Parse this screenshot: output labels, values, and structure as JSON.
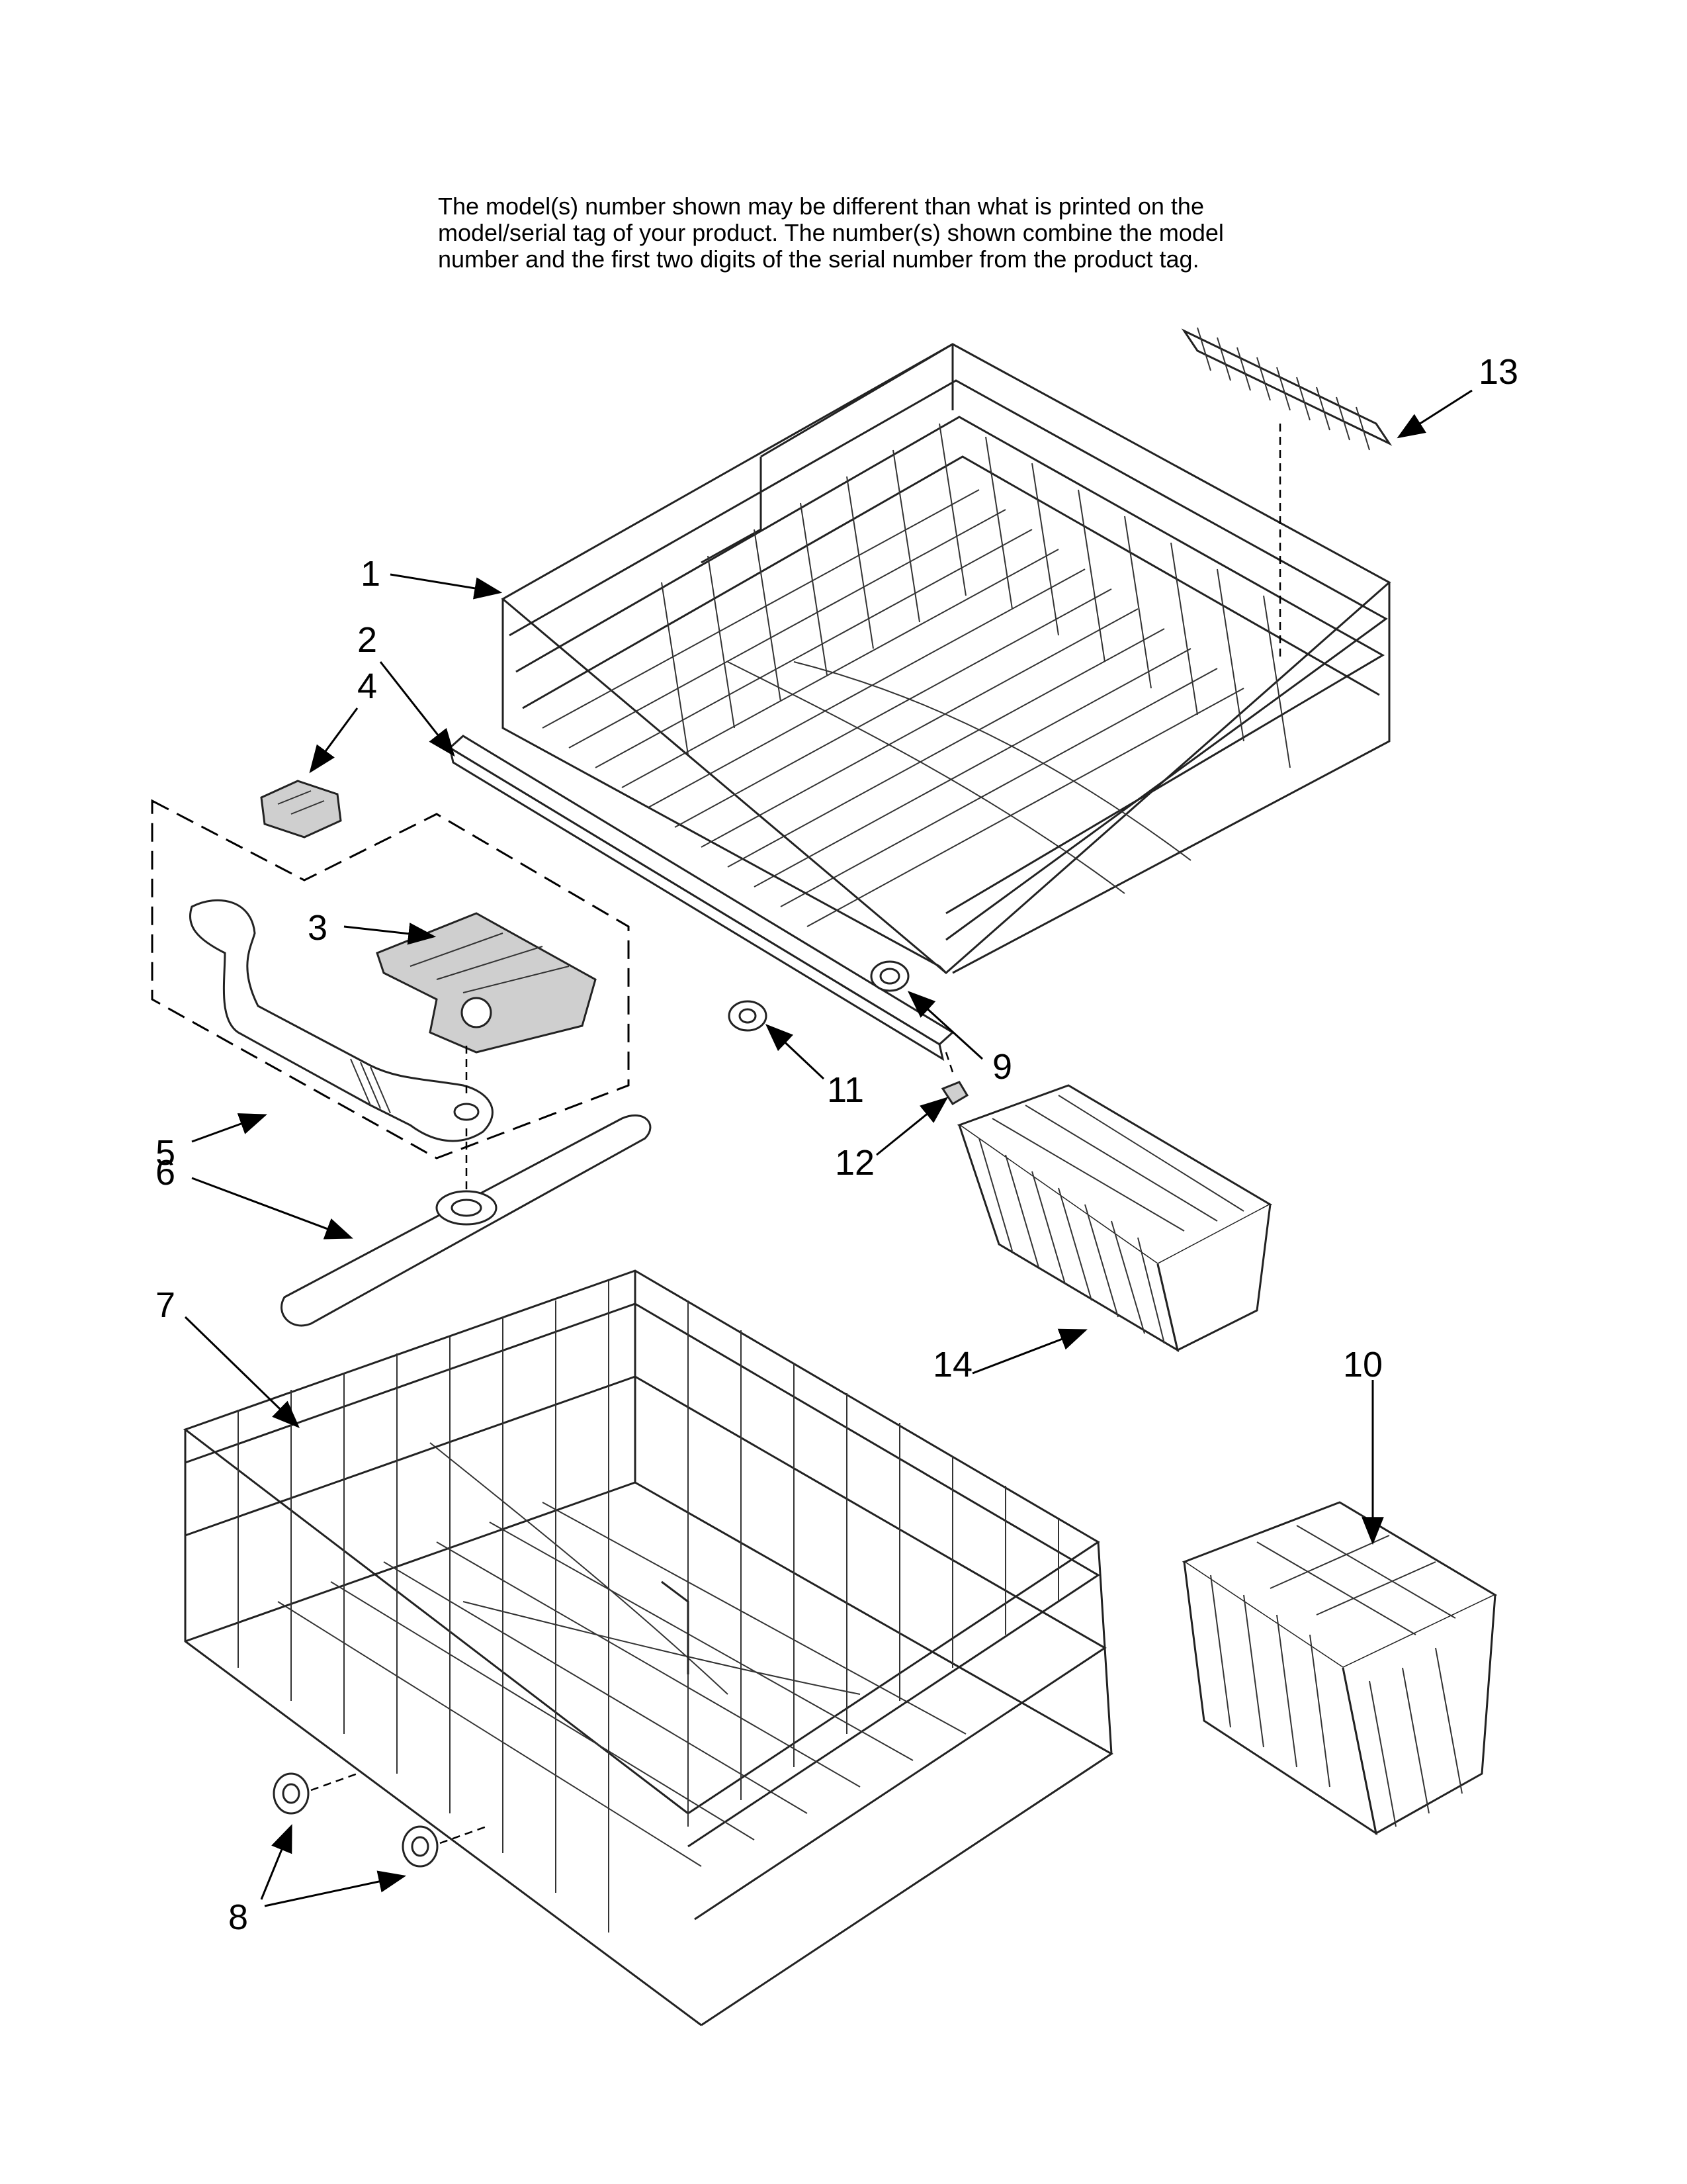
{
  "note": {
    "lines": [
      "The model(s) number shown may be different than what is printed on the",
      "model/serial tag of your product. The number(s) shown combine the model",
      "number and the first two digits of the serial number from the product tag."
    ]
  },
  "callouts": {
    "c1": "1",
    "c2": "2",
    "c3": "3",
    "c4": "4",
    "c5": "5",
    "c6": "6",
    "c7": "7",
    "c8": "8",
    "c9": "9",
    "c10": "10",
    "c11": "11",
    "c12": "12",
    "c13": "13",
    "c14": "14"
  }
}
